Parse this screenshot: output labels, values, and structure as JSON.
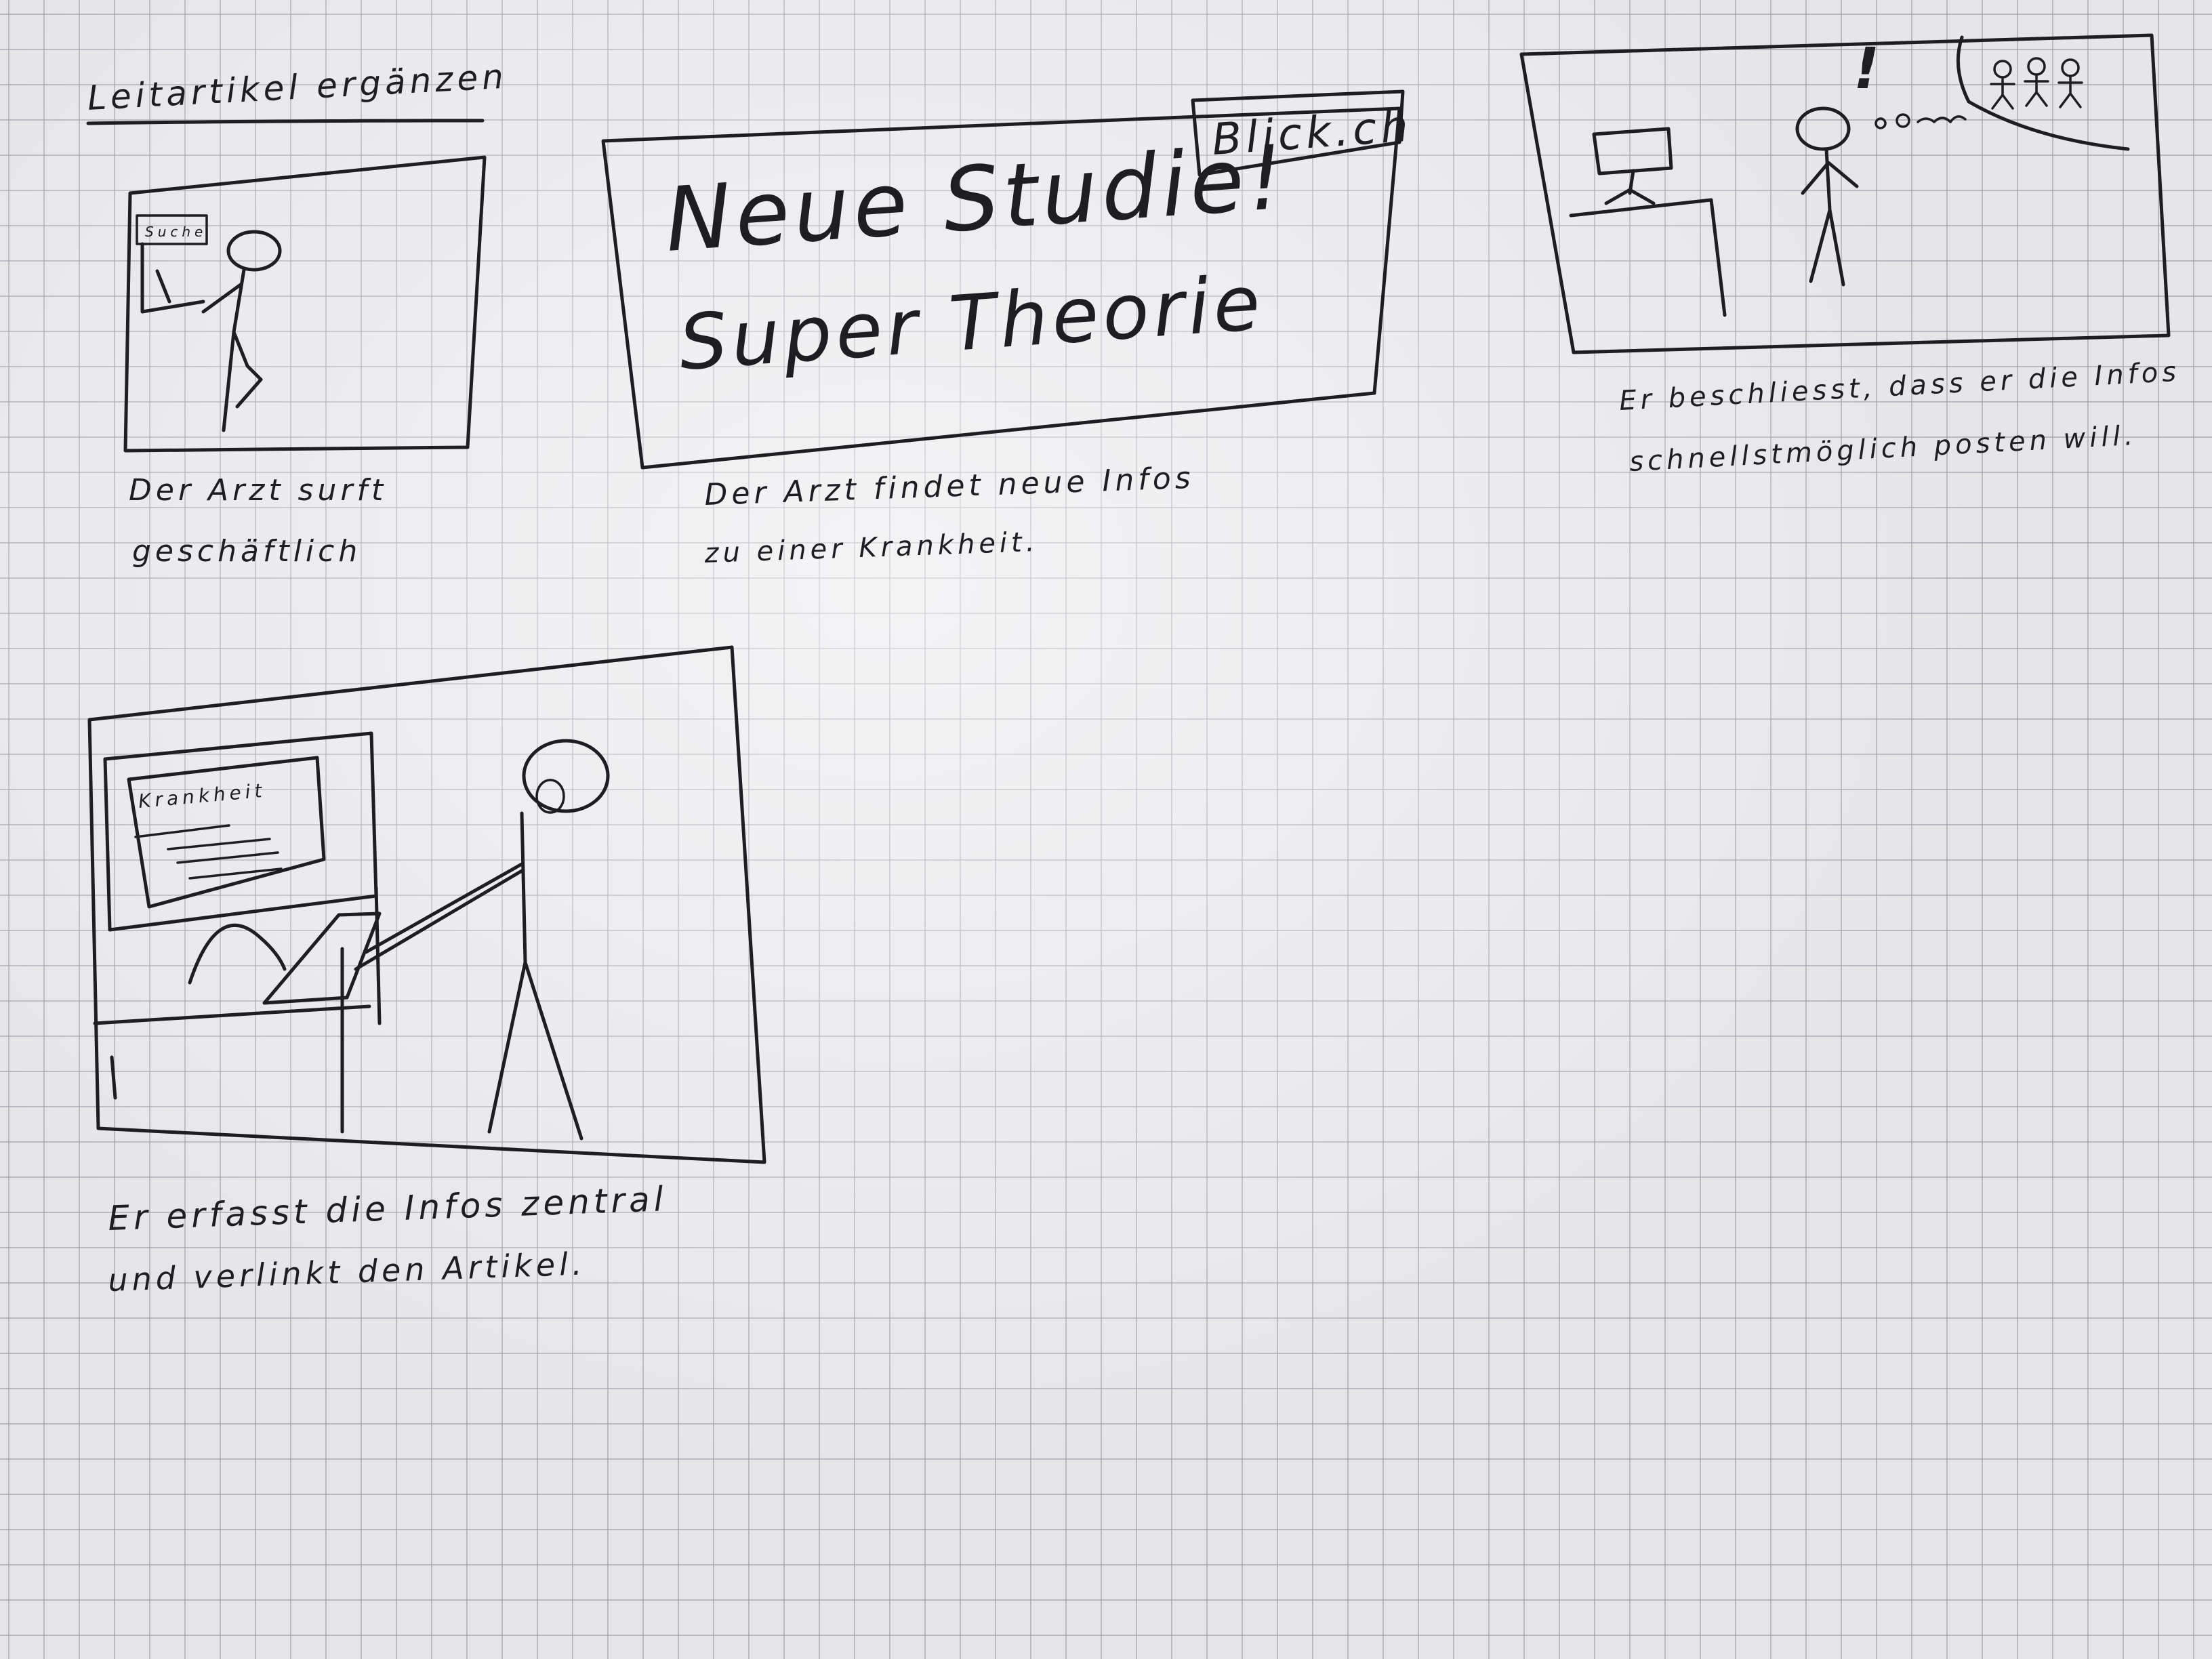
{
  "page": {
    "title": "Leitartikel ergänzen",
    "colors": {
      "paper": "#e6e5e8",
      "grid": "#9696a0",
      "ink": "#1d1d22"
    }
  },
  "panels": [
    {
      "sign": "Suche",
      "caption_line1": "Der Arzt surft",
      "caption_line2": "geschäftlich"
    },
    {
      "logo": "Blick.ch",
      "headline": "Neue Studie!",
      "subheadline": "Super Theorie",
      "caption_line1": "Der Arzt findet neue Infos",
      "caption_line2": "zu einer Krankheit."
    },
    {
      "exclamation": "!",
      "caption_line1": "Er beschliesst, dass er die Infos",
      "caption_line2": "schnellstmöglich posten will."
    },
    {
      "screen_title": "Krankheit",
      "caption_line1": "Er erfasst die Infos zentral",
      "caption_line2": "und verlinkt den Artikel."
    }
  ]
}
